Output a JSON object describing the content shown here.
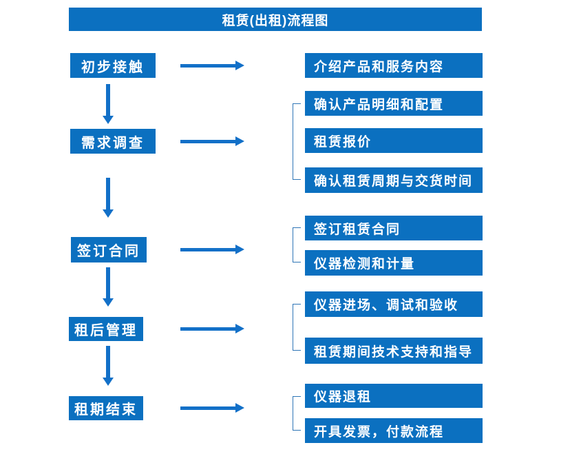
{
  "title": "租赁(出租)流程图",
  "colors": {
    "box_fill": "#0b70c0",
    "arrow": "#1270c8",
    "bracket_line": "#2e75b6",
    "box_text": "#ffffff",
    "background": "#ffffff"
  },
  "stages": [
    {
      "label": "初步接触",
      "details": [
        "介绍产品和服务内容"
      ]
    },
    {
      "label": "需求调查",
      "details": [
        "确认产品明细和配置",
        "租赁报价",
        "确认租赁周期与交货时间"
      ]
    },
    {
      "label": "签订合同",
      "details": [
        "签订租赁合同",
        "仪器检测和计量"
      ]
    },
    {
      "label": "租后管理",
      "details": [
        "仪器进场、调试和验收",
        "租赁期间技术支持和指导"
      ]
    },
    {
      "label": "租期结束",
      "details": [
        "仪器退租",
        "开具发票，付款流程"
      ]
    }
  ]
}
